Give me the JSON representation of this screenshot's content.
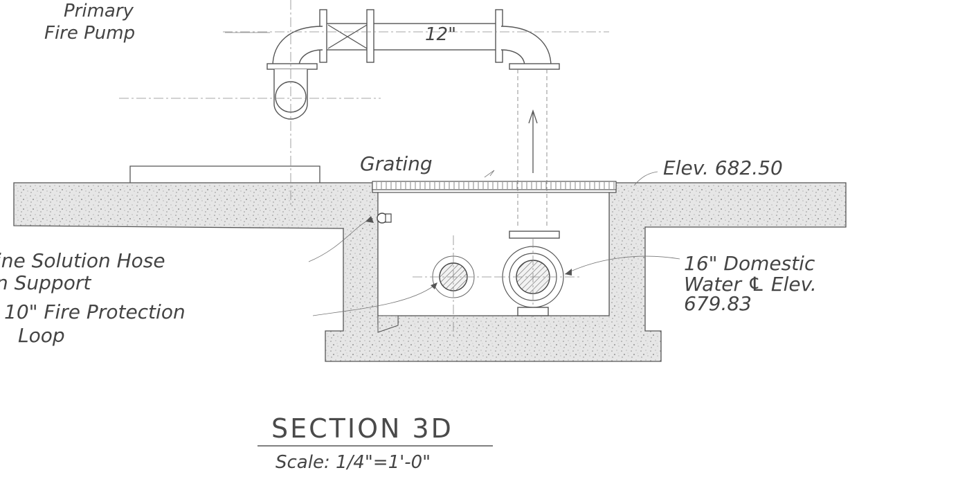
{
  "labels": {
    "primary_pump_line1": "Primary",
    "primary_pump_line2": "Fire Pump",
    "pipe_size": "12\"",
    "grating": "Grating",
    "elevation": "Elev. 682.50",
    "hose_line1": "ine Solution Hose",
    "hose_line2": "n Support",
    "loop_line1": "10\" Fire Protection",
    "loop_line2": "Loop",
    "domestic_line1": "16\" Domestic",
    "domestic_line2": "Water ℄ Elev.",
    "domestic_line3": "679.83"
  },
  "title_block": {
    "title": "SECTION 3D",
    "scale": "Scale: 1/4\"=1'-0\""
  },
  "colors": {
    "linework": "#555555",
    "concrete": "#d6d6d6",
    "paper": "#ffffff"
  }
}
